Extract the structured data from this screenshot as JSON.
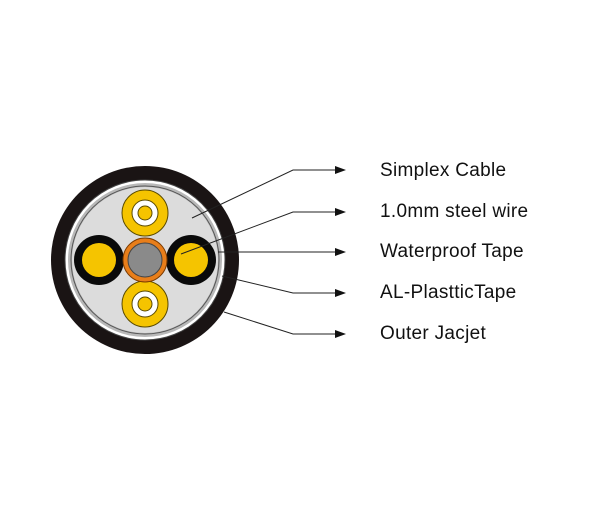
{
  "diagram": {
    "labels": [
      "Simplex Cable",
      "1.0mm steel wire",
      "Waterproof Tape",
      "AL-PlastticTape",
      "Outer Jacjet"
    ]
  },
  "colors": {
    "outer_jacket": "#1a1414",
    "al_plastic_tape": "#ffffff",
    "waterproof_tape": "#b8b8b8",
    "filling": "#dcdcdc",
    "simplex_yellow": "#f5c400",
    "steel_wire_black": "#0a0a0a",
    "center_orange": "#e87e1a",
    "center_gray": "#8a8a8a",
    "line": "#222222"
  }
}
